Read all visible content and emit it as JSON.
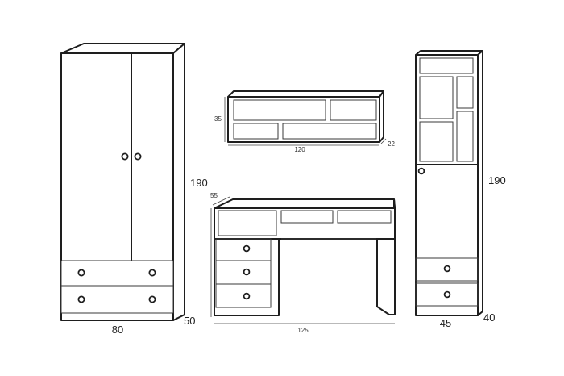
{
  "dimensions": {
    "wardrobe": {
      "height": "190",
      "width": "80",
      "depth": "50"
    },
    "shelf": {
      "height": "35",
      "width": "120",
      "depth": "22"
    },
    "desk": {
      "depth": "55",
      "width": "125",
      "height": ""
    },
    "bookcase": {
      "height": "190",
      "width": "45",
      "depth": "40"
    }
  }
}
